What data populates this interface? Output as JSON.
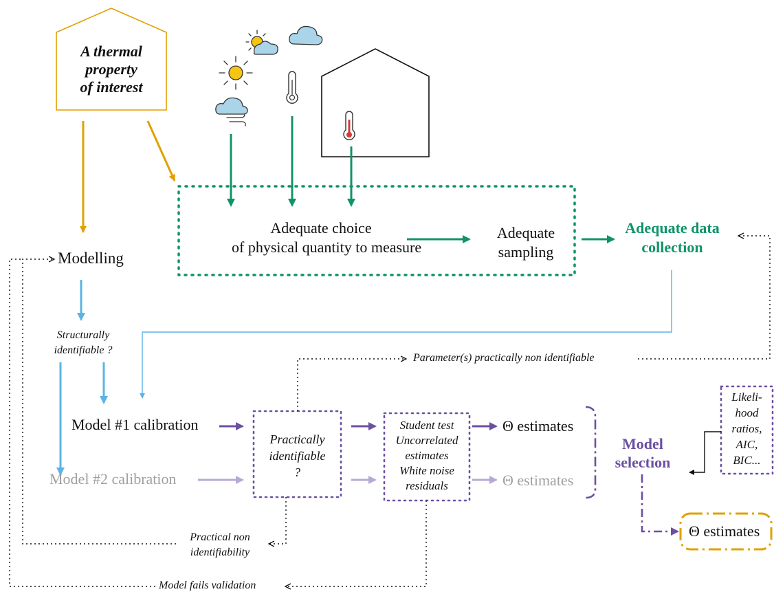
{
  "colors": {
    "orange": "#E1A000",
    "green": "#10936A",
    "blue": "#5BB4E5",
    "purple": "#6B4FA3",
    "lilac": "#B7A8D6",
    "grey": "#A0A0A0",
    "sun": "#F6C511",
    "cloud": "#A9D4EA",
    "thermo_red": "#D23C3C"
  },
  "icons": [
    "sun-cloud-icon",
    "cloud-icon",
    "sun-icon",
    "thermometer-icon",
    "wind-cloud-icon",
    "house-icon",
    "indoor-thermometer-icon"
  ],
  "property_box": {
    "line1": "A thermal",
    "line2": "property",
    "line3": "of interest"
  },
  "modelling": "Modelling",
  "structural": {
    "line1": "Structurally",
    "line2": "identifiable ?"
  },
  "data_collection": {
    "choice_line1": "Adequate choice",
    "choice_line2": "of physical quantity to measure",
    "sampling_line1": "Adequate",
    "sampling_line2": "sampling",
    "result_line1": "Adequate data",
    "result_line2": "collection"
  },
  "model1": "Model #1 calibration",
  "model2": "Model #2 calibration",
  "practically": {
    "line1": "Practically",
    "line2": "identifiable",
    "line3": "?"
  },
  "tests": {
    "line1": "Student test",
    "line2": "Uncorrelated",
    "line3": "estimates",
    "line4": "White noise",
    "line5": "residuals"
  },
  "estimates1": "Θ estimates",
  "estimates2": "Θ estimates",
  "model_selection": {
    "line1": "Model",
    "line2": "selection"
  },
  "criteria": {
    "line1": "Likeli-",
    "line2": "hood",
    "line3": "ratios,",
    "line4": "AIC,",
    "line5": "BIC..."
  },
  "final_estimates": "Θ estimates",
  "feedback": {
    "param_non_id": "Parameter(s) practically non identifiable",
    "practical_non_line1": "Practical non",
    "practical_non_line2": "identifiability",
    "fails_validation": "Model fails validation"
  }
}
